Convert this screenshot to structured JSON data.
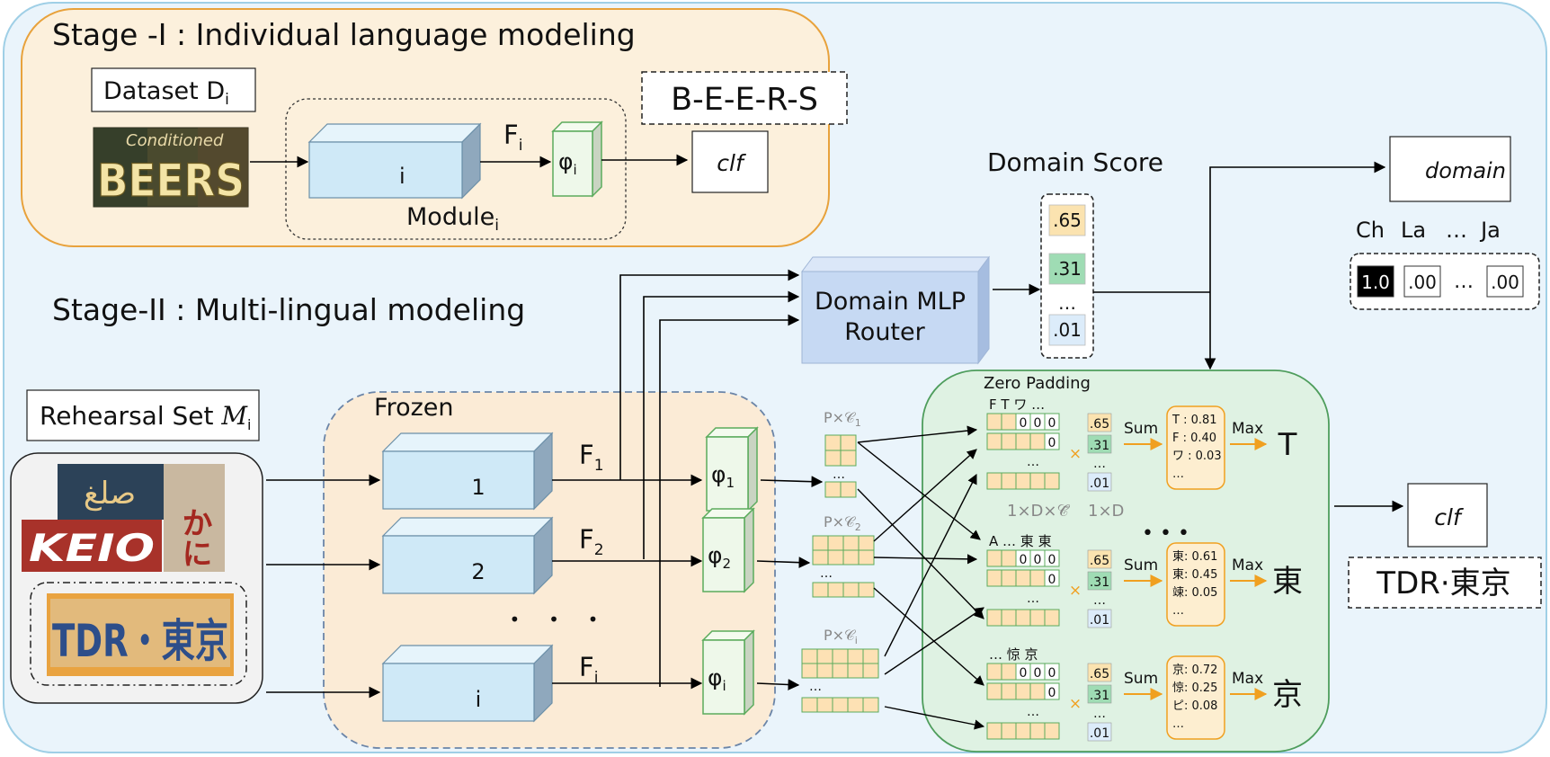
{
  "stage1": {
    "title": "Stage -I : Individual language modeling",
    "dataset_label": "Dataset D",
    "dataset_sub": "i",
    "sample_image_text": "BEERS",
    "sample_image_script_text": "Conditioned",
    "encoder_label": "i",
    "feature_label": "F",
    "feature_sub": "i",
    "phi_label": "φ",
    "phi_sub": "i",
    "module_label": "Module",
    "module_sub": "i",
    "clf_label": "clf",
    "prediction": "B-E-E-R-S"
  },
  "stage2": {
    "title": "Stage-II : Multi-lingual modeling",
    "rehearsal_label": "Rehearsal Set ",
    "rehearsal_symbol": "M",
    "rehearsal_sub": "i",
    "sample_texts": [
      "صلغ",
      "かに",
      "KEIO",
      "TDR・東京"
    ],
    "frozen_label": "Frozen",
    "encoders": [
      {
        "label": "1",
        "feature": "F",
        "feature_sub": "1",
        "phi": "φ",
        "phi_sub": "1",
        "shape": "P×𝒞",
        "shape_sub": "1"
      },
      {
        "label": "2",
        "feature": "F",
        "feature_sub": "2",
        "phi": "φ",
        "phi_sub": "2",
        "shape": "P×𝒞",
        "shape_sub": "2"
      },
      {
        "label": "i",
        "feature": "F",
        "feature_sub": "i",
        "phi": "φ",
        "phi_sub": "i",
        "shape": "P×𝒞",
        "shape_sub": "i"
      }
    ],
    "ellipsis_dots": "•     •     •",
    "router_line1": "Domain MLP",
    "router_line2": "Router",
    "domain_score_title": "Domain Score",
    "domain_scores": [
      ".65",
      ".31",
      "…",
      ".01"
    ],
    "domain_clf_label": "domain",
    "lang_headers": [
      "Ch",
      "La",
      "…",
      "Ja"
    ],
    "lang_onehot": [
      "1.0",
      ".00",
      "…",
      ".00"
    ],
    "zero_padding_label": "Zero Padding",
    "dim_label_1": "1×D×𝒞̃",
    "dim_label_2": "1×D",
    "rows": [
      {
        "chars": "F  T  ワ  …",
        "weights": [
          ".65",
          ".31",
          "…",
          ".01"
        ],
        "sum_label": "Sum",
        "scores": [
          "T : 0.81",
          "F : 0.40",
          "ワ : 0.03",
          "…"
        ],
        "max_label": "Max",
        "output": "T"
      },
      {
        "chars": "A  …  東  東",
        "weights": [
          ".65",
          ".31",
          "…",
          ".01"
        ],
        "sum_label": "Sum",
        "scores": [
          "東: 0.61",
          "東: 0.45",
          "竦: 0.05",
          "…"
        ],
        "max_label": "Max",
        "output": "東"
      },
      {
        "chars": "…  惊  京",
        "weights": [
          ".65",
          ".31",
          "…",
          ".01"
        ],
        "sum_label": "Sum",
        "scores": [
          "京: 0.72",
          "惊: 0.25",
          "ピ: 0.08",
          "…"
        ],
        "max_label": "Max",
        "output": "京"
      }
    ],
    "mult_symbol": "×",
    "cell_zero": "0",
    "final_clf_label": "clf",
    "final_prediction": "TDR·東京"
  },
  "colors": {
    "outer_bg": "#eaf4fb",
    "outer_border": "#9fcfe6",
    "stage1_bg": "#fcf0dc",
    "stage1_border": "#e8a23c",
    "frozen_bg": "#fbebd6",
    "frozen_border": "#6b85a8",
    "encoder_face": "#cfe9f7",
    "encoder_side": "#8fa8bd",
    "phi_face": "#eef8ea",
    "phi_border": "#5bab5c",
    "router_face": "#c6d9f3",
    "zero_pad_bg": "#dff2e3",
    "zero_pad_border": "#4e9d5c",
    "cell_fill": "#fde1b4",
    "score_orange": "#fbe3b0",
    "score_green": "#9fdcb4",
    "score_blue": "#dcecfa",
    "arrow_orange": "#f0a020"
  }
}
